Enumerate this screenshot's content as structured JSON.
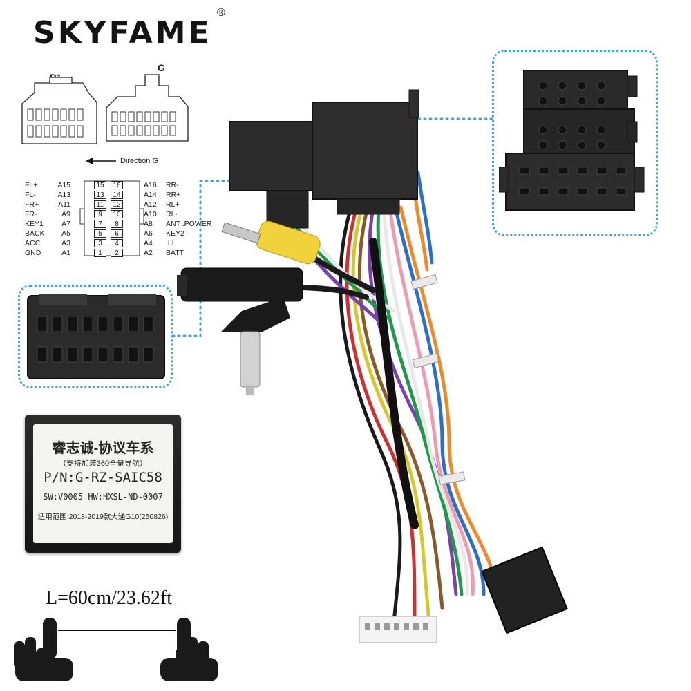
{
  "brand": {
    "name": "SKYFAME",
    "registered": "®"
  },
  "connectors": {
    "p1_label": "P1",
    "g_label": "G",
    "direction": "Direction G"
  },
  "pinout": {
    "rows": [
      {
        "l1": "FL+",
        "l2": "A15",
        "p1": "15",
        "p2": "16",
        "r1": "A16",
        "r2": "RR-"
      },
      {
        "l1": "FL-",
        "l2": "A13",
        "p1": "13",
        "p2": "14",
        "r1": "A14",
        "r2": "RR+"
      },
      {
        "l1": "FR+",
        "l2": "A11",
        "p1": "11",
        "p2": "12",
        "r1": "A12",
        "r2": "RL+"
      },
      {
        "l1": "FR-",
        "l2": "A9",
        "p1": "9",
        "p2": "10",
        "r1": "A10",
        "r2": "RL-"
      },
      {
        "l1": "KEY1",
        "l2": "A7",
        "p1": "7",
        "p2": "8",
        "r1": "A8",
        "r2": "ANT .POWER"
      },
      {
        "l1": "BACK",
        "l2": "A5",
        "p1": "5",
        "p2": "6",
        "r1": "A6",
        "r2": "KEY2"
      },
      {
        "l1": "ACC",
        "l2": "A3",
        "p1": "3",
        "p2": "4",
        "r1": "A4",
        "r2": "ILL"
      },
      {
        "l1": "GND",
        "l2": "A1",
        "p1": "1",
        "p2": "2",
        "r1": "A2",
        "r2": "BATT"
      }
    ]
  },
  "decoder_box": {
    "line1": "睿志诚-协议车系",
    "line2": "（支持加装360全景导航）",
    "line3": "P/N:G-RZ-SAIC58",
    "line4": "SW:V0005  HW:HXSL-ND-0007",
    "line5": "适用范围:2018-2019款大通G10(250826)"
  },
  "length_label": "L=60cm/23.62ft",
  "colors": {
    "accent_dotted": "#3fa7d6",
    "rca_yellow": "#f2d23a"
  }
}
